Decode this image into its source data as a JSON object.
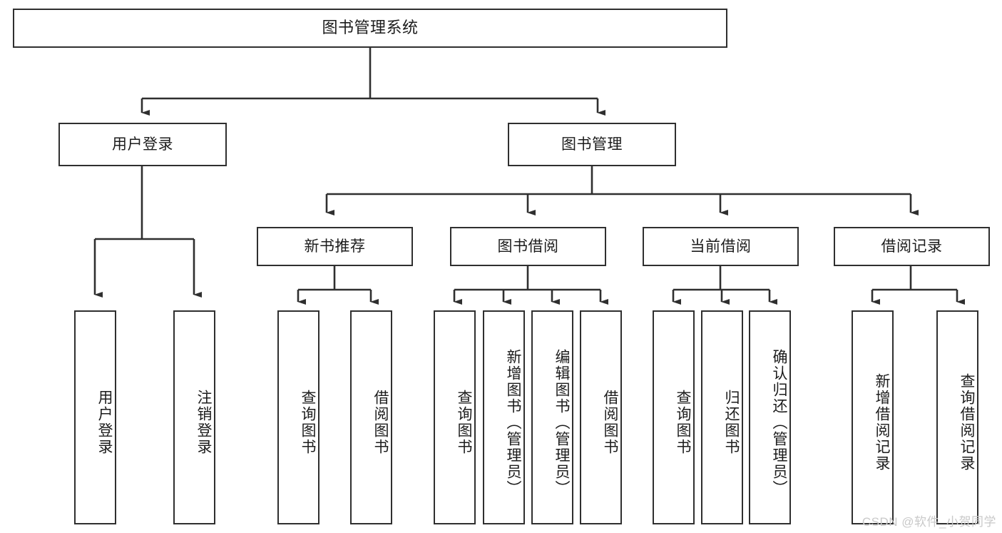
{
  "diagram": {
    "type": "tree",
    "title": "图书管理系统",
    "orientation": "top-down",
    "colors": {
      "box_border": "#2f2f2f",
      "box_fill": "#ffffff",
      "edge": "#2f2f2f",
      "text": "#1c1c1c",
      "watermark": "#c9c9c9",
      "background": "#ffffff"
    },
    "nodes": {
      "root": {
        "label": "图书管理系统"
      },
      "level2": [
        {
          "label": "用户登录"
        },
        {
          "label": "图书管理"
        }
      ],
      "level3": [
        {
          "label": "新书推荐"
        },
        {
          "label": "图书借阅"
        },
        {
          "label": "当前借阅"
        },
        {
          "label": "借阅记录"
        }
      ],
      "leaves": {
        "user_login": [
          {
            "label": "用户登录"
          },
          {
            "label": "注销登录"
          }
        ],
        "new_book_recommend": [
          {
            "label": "查询图书"
          },
          {
            "label": "借阅图书"
          }
        ],
        "book_borrow": [
          {
            "label": "查询图书"
          },
          {
            "label": "新增图书（管理员）"
          },
          {
            "label": "编辑图书（管理员）"
          },
          {
            "label": "借阅图书"
          }
        ],
        "current_borrow": [
          {
            "label": "查询图书"
          },
          {
            "label": "归还图书"
          },
          {
            "label": "确认归还（管理员）"
          }
        ],
        "borrow_record": [
          {
            "label": "新增借阅记录"
          },
          {
            "label": "查询借阅记录"
          }
        ]
      }
    },
    "watermark": "CSDN @软件_小贺同学"
  }
}
